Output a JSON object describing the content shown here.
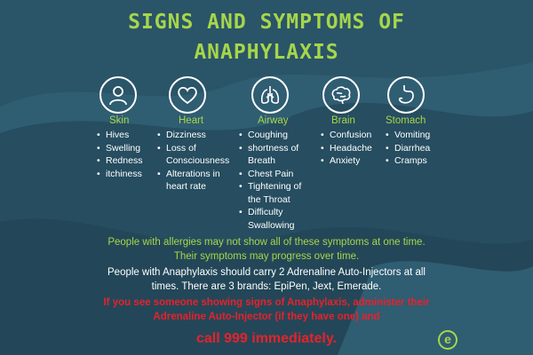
{
  "title_line1": "SIGNS AND SYMPTOMS OF",
  "title_line2": "ANAPHYLAXIS",
  "colors": {
    "background": "#2a5468",
    "accent": "#a6d64a",
    "alert": "#e8212b",
    "text": "#ffffff"
  },
  "categories": [
    {
      "heading": "Skin",
      "icon": "person-icon",
      "items": [
        "Hives",
        "Swelling",
        "Redness",
        "itchiness"
      ]
    },
    {
      "heading": "Heart",
      "icon": "heart-icon",
      "items": [
        "Dizziness",
        "Loss of Consciousness",
        "Alterations in heart rate"
      ]
    },
    {
      "heading": "Airway",
      "icon": "lungs-icon",
      "items": [
        "Coughing",
        "shortness of Breath",
        "Chest Pain",
        "Tightening of the Throat",
        "Difficulty Swallowing"
      ]
    },
    {
      "heading": "Brain",
      "icon": "brain-icon",
      "items": [
        "Confusion",
        "Headache",
        "Anxiety"
      ]
    },
    {
      "heading": "Stomach",
      "icon": "stomach-icon",
      "items": [
        "Vomiting",
        "Diarrhea",
        "Cramps"
      ]
    }
  ],
  "notes": {
    "line1": "People with allergies may not show all of these symptoms at one time.",
    "line2": "Their symptoms may progress over time.",
    "line3": "People with Anaphylaxis should carry 2 Adrenaline Auto-Injectors at all",
    "line4": "times. There are 3 brands: EpiPen, Jext, Emerade.",
    "line5": "If you see someone showing signs of Anaphylaxis, administer their",
    "line6": "Adrenaline Auto-Injector (if they have one) and",
    "line7": "call 999 immediately."
  },
  "logo_letter": "e"
}
